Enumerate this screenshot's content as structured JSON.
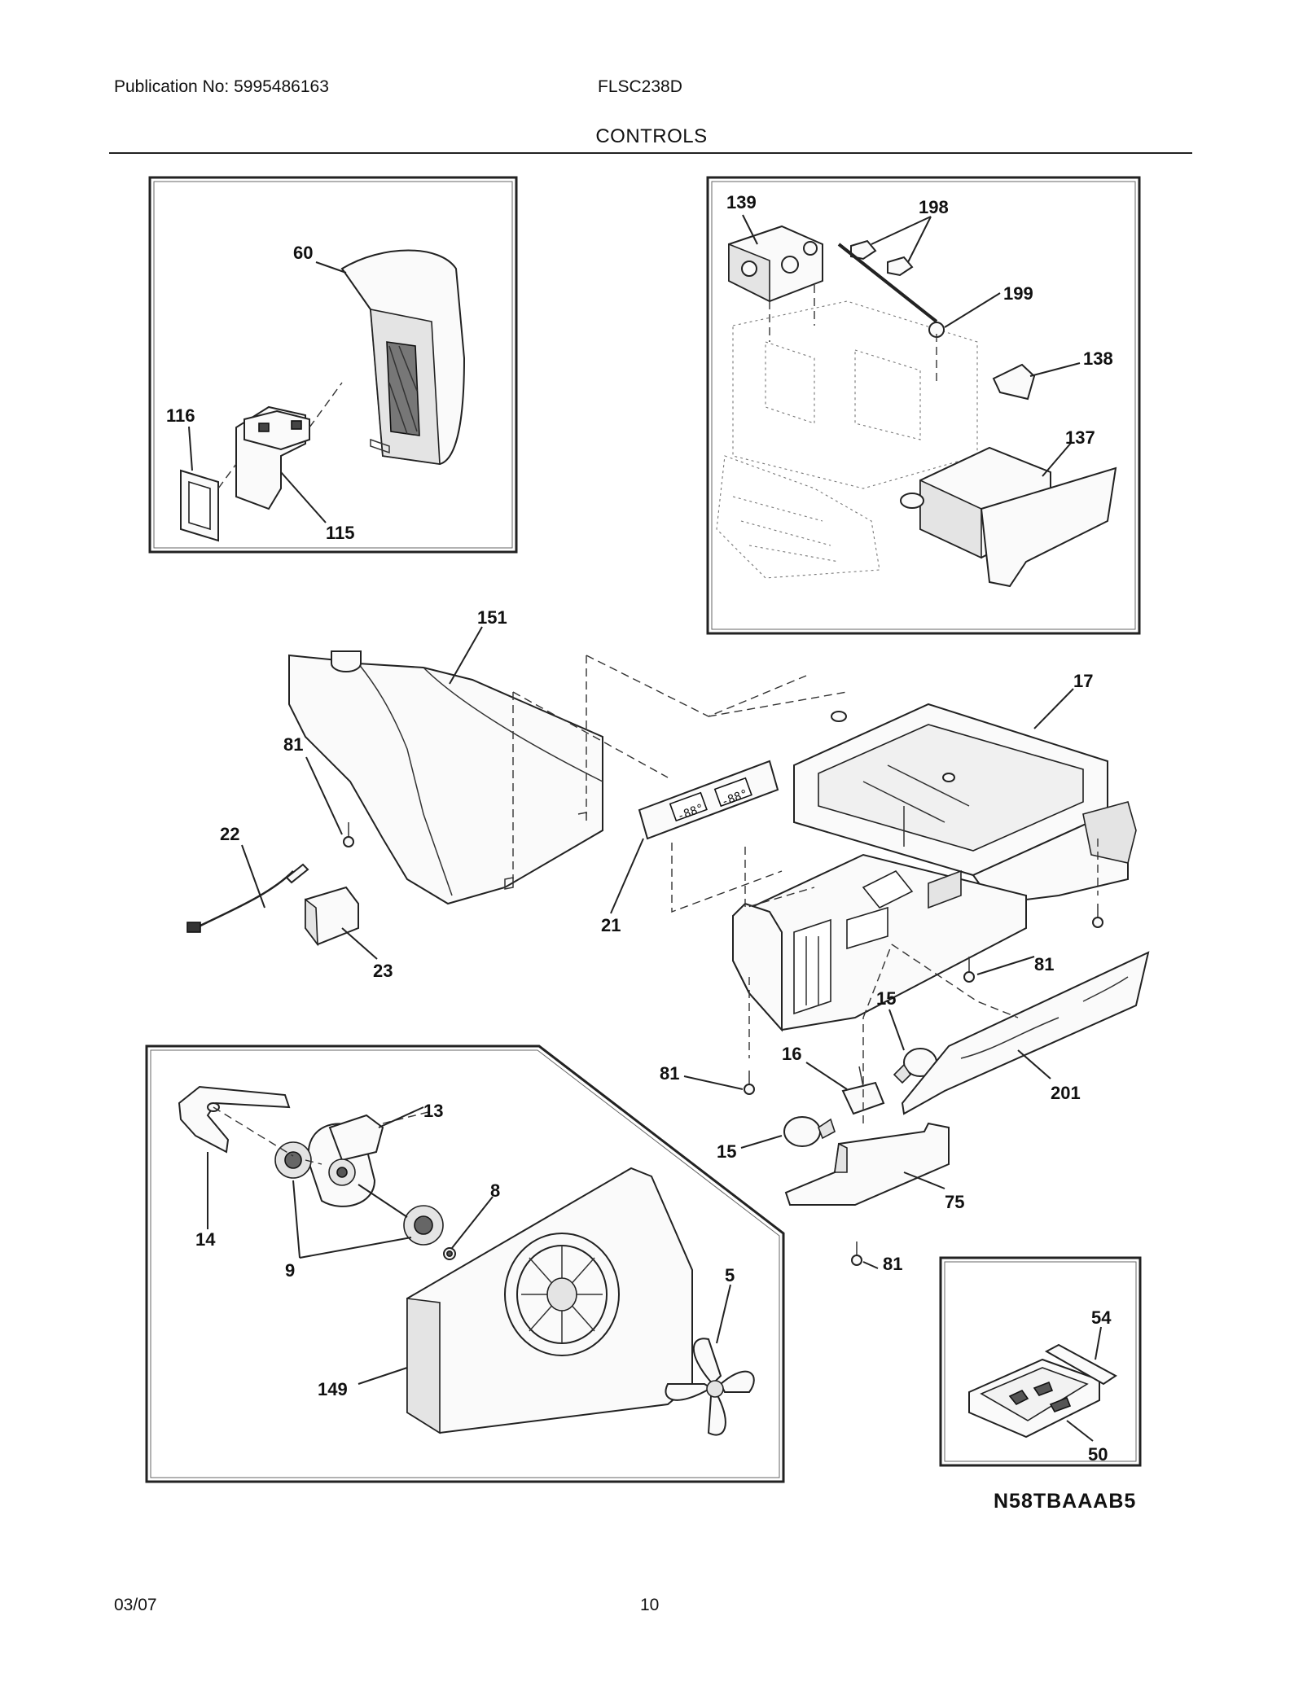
{
  "header": {
    "publication": "Publication No: 5995486163",
    "model": "FLSC238D",
    "section_title": "CONTROLS"
  },
  "footer": {
    "date": "03/07",
    "page_number": "10"
  },
  "diagram_code": "N58TBAAAB5",
  "callouts": [
    "60",
    "116",
    "115",
    "139",
    "198",
    "199",
    "138",
    "137",
    "151",
    "17",
    "81",
    "22",
    "21",
    "23",
    "81",
    "15",
    "81",
    "16",
    "201",
    "15",
    "13",
    "14",
    "8",
    "9",
    "75",
    "81",
    "5",
    "149",
    "54",
    "50"
  ]
}
